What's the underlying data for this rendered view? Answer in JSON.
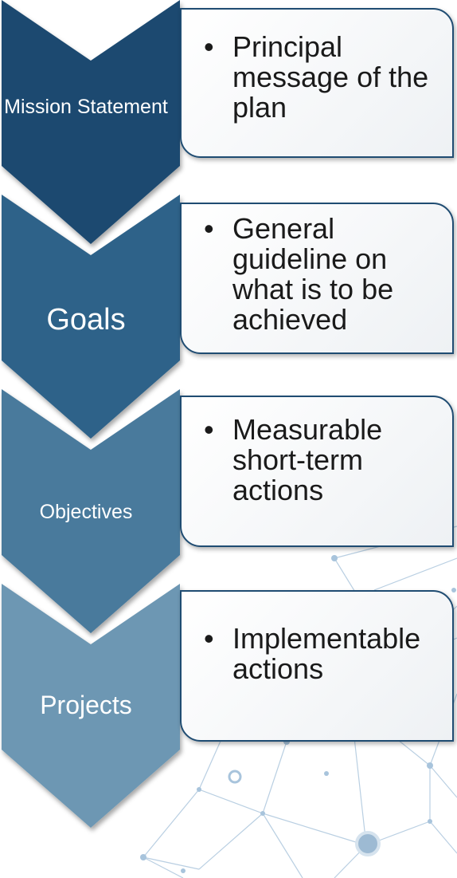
{
  "steps": [
    {
      "label": "Mission Statement",
      "description": "Principal message of the plan"
    },
    {
      "label": "Goals",
      "description": "General guideline on what is to be achieved"
    },
    {
      "label": "Objectives",
      "description": "Measurable short-term actions"
    },
    {
      "label": "Projects",
      "description": "Implementable actions"
    }
  ],
  "colors": {
    "chevron_1": "#1c4a70",
    "chevron_2": "#2e6289",
    "chevron_3": "#4a7a9c",
    "chevron_4": "#6d97b3",
    "box_border": "#1f4c72",
    "network": "#a8c4dc"
  }
}
